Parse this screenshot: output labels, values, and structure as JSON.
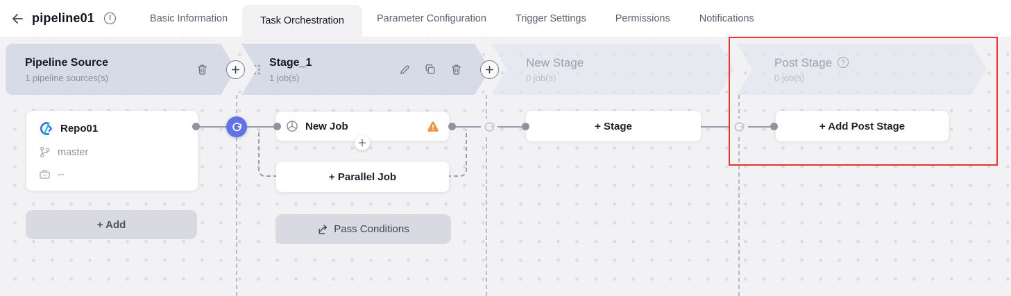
{
  "header": {
    "title": "pipeline01",
    "tabs": [
      {
        "label": "Basic Information",
        "active": false
      },
      {
        "label": "Task Orchestration",
        "active": true
      },
      {
        "label": "Parameter Configuration",
        "active": false
      },
      {
        "label": "Trigger Settings",
        "active": false
      },
      {
        "label": "Permissions",
        "active": false
      },
      {
        "label": "Notifications",
        "active": false
      }
    ]
  },
  "stages": [
    {
      "name": "Pipeline Source",
      "subtitle": "1 pipeline sources(s)",
      "state": "active",
      "actions": [
        "delete",
        "add-stage"
      ]
    },
    {
      "name": "Stage_1",
      "subtitle": "1 job(s)",
      "state": "active",
      "actions": [
        "drag",
        "edit",
        "copy",
        "delete",
        "add-stage"
      ]
    },
    {
      "name": "New Stage",
      "subtitle": "0 job(s)",
      "state": "placeholder",
      "actions": []
    },
    {
      "name": "Post Stage",
      "subtitle": "0 job(s)",
      "state": "placeholder",
      "highlighted": true,
      "actions": [
        "help"
      ]
    }
  ],
  "pipeline_source": {
    "repo_name": "Repo01",
    "branch": "master",
    "tag": "--",
    "add_button_label": "+ Add"
  },
  "stage1": {
    "job_name": "New Job",
    "has_warning": true,
    "parallel_job_label": "+ Parallel Job",
    "pass_conditions_label": "Pass Conditions"
  },
  "new_stage": {
    "stage_button_label": "+ Stage"
  },
  "post_stage": {
    "add_post_stage_label": "+ Add Post Stage"
  },
  "icons": {
    "alert": "!",
    "help": "?"
  },
  "colors": {
    "accent_blue": "#6172e5",
    "warning_orange": "#f5923e",
    "highlight_red": "#e7342c",
    "banner_active": "#d3d7e6",
    "banner_placeholder": "#e2e5ef",
    "canvas_bg": "#f2f2f5"
  }
}
